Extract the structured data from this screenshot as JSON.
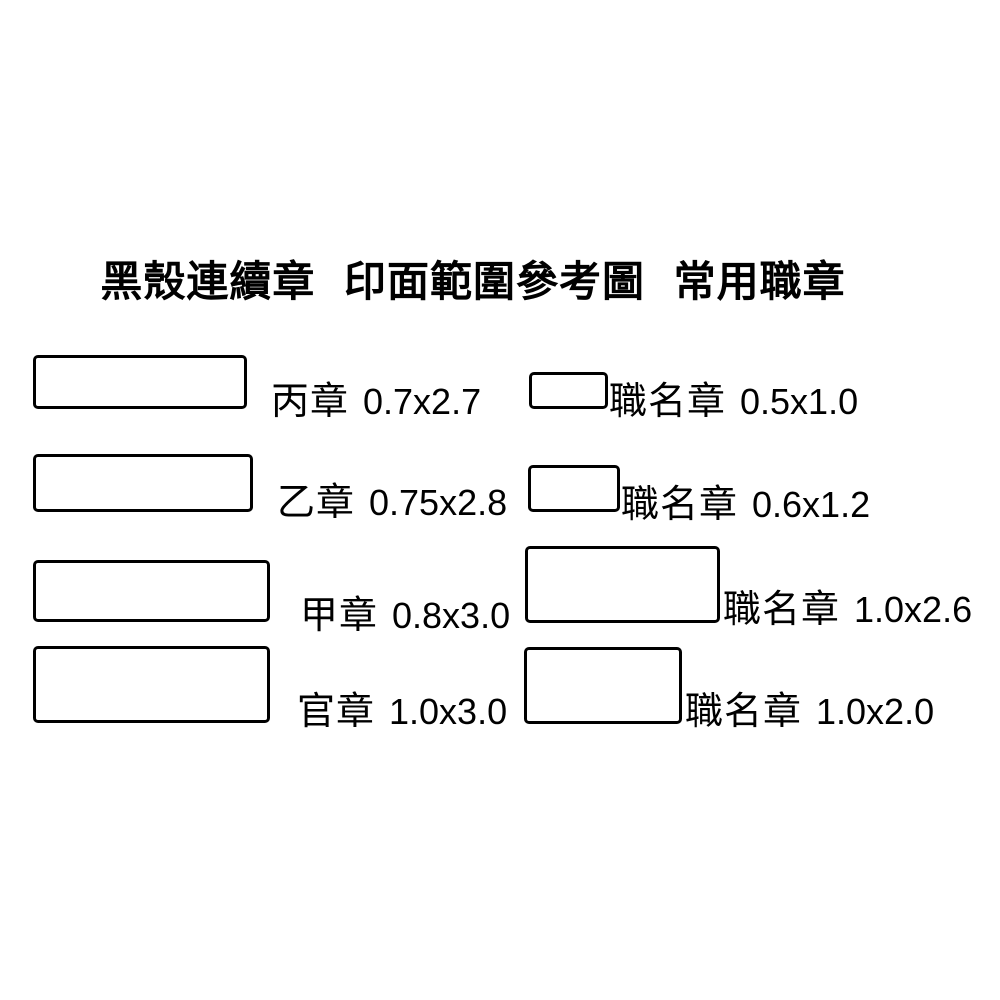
{
  "title": "黑殼連續章 印面範圍參考圖 常用職章",
  "colors": {
    "ink": "#000000",
    "background": "#ffffff"
  },
  "stamps": [
    {
      "label": "丙章",
      "size": "0.7x2.7"
    },
    {
      "label": "乙章",
      "size": "0.75x2.8"
    },
    {
      "label": "甲章",
      "size": "0.8x3.0"
    },
    {
      "label": "官章",
      "size": "1.0x3.0"
    },
    {
      "label": "職名章",
      "size": "0.5x1.0"
    },
    {
      "label": "職名章",
      "size": "0.6x1.2"
    },
    {
      "label": "職名章",
      "size": "1.0x2.6"
    },
    {
      "label": "職名章",
      "size": "1.0x2.0"
    }
  ]
}
